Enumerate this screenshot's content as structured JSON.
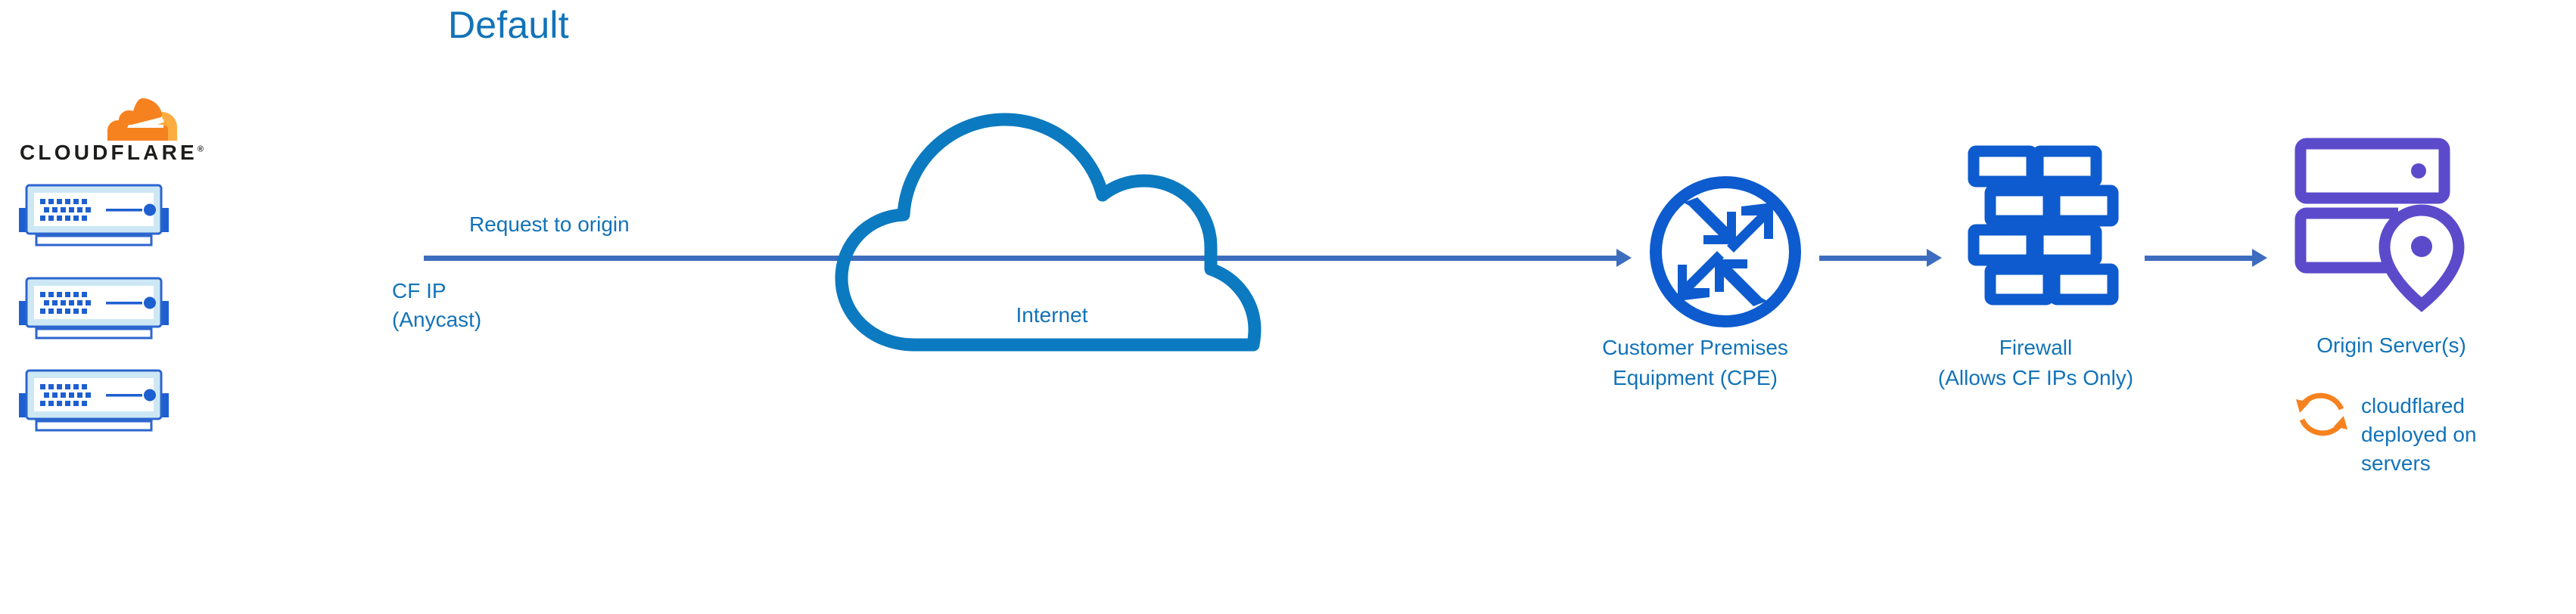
{
  "title": "Default",
  "brand": {
    "name": "CLOUDFLARE",
    "registered_mark": "®",
    "logo_icon": "cloudflare-cloud-logo",
    "colors": {
      "logo_primary": "#F6821F",
      "logo_secondary": "#FBAD41",
      "wordmark": "#1D1D1B"
    }
  },
  "colors": {
    "diagram_text": "#1273B8",
    "arrow": "#3D6DBF",
    "network_blue": "#0D5BCE",
    "server_blue": "#1E5FD0",
    "server_fill": "#CDE8F4",
    "origin_purple": "#5B4BCB",
    "cloudflared_orange": "#F6821F",
    "internet_cloud_stroke": "#0C7AC0"
  },
  "nodes": {
    "cf_edge": {
      "label": "CLOUDFLARE",
      "icon": "server-rack-icon",
      "unit_count": 3,
      "caption": "CF IP\n(Anycast)"
    },
    "internet": {
      "label": "Internet",
      "icon": "cloud-icon"
    },
    "cpe": {
      "label": "Customer Premises\nEquipment (CPE)",
      "icon": "router-icon"
    },
    "firewall": {
      "label": "Firewall\n(Allows CF IPs Only)",
      "icon": "brick-wall-icon"
    },
    "origin": {
      "label": "Origin Server(s)",
      "icon": "server-pin-icon",
      "annotation": "cloudflared\ndeployed on\nservers",
      "annotation_icon": "sync-arrows-icon"
    }
  },
  "flows": [
    {
      "id": "flow-request-to-origin",
      "label": "Request to origin",
      "from": "cf_edge",
      "to": "cpe",
      "icon": "arrow-right-icon"
    },
    {
      "id": "flow-cpe-to-firewall",
      "label": "",
      "from": "cpe",
      "to": "firewall",
      "icon": "arrow-right-icon"
    },
    {
      "id": "flow-firewall-to-origin",
      "label": "",
      "from": "firewall",
      "to": "origin",
      "icon": "arrow-right-icon"
    }
  ]
}
